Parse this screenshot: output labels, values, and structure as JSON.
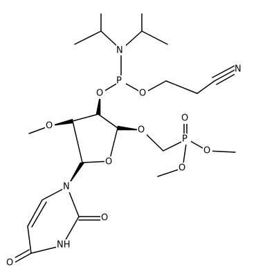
{
  "molecule": {
    "atoms": {
      "N_amine": "N",
      "P_phosphite": "P",
      "O_phosphite_ring": "O",
      "O_phosphite_chain": "O",
      "N_nitrile": "N",
      "O_methoxy": "O",
      "O_ring": "O",
      "O_anomeric": "O",
      "P_phosphonate": "P",
      "O_phosphonate_double": "O",
      "O_phosphonate_methoxy_right": "O",
      "O_phosphonate_methoxy_left": "O",
      "N_uracil_1": "N",
      "O_uracil_c2": "O",
      "NH_uracil_3": "NH",
      "O_uracil_c4": "O"
    }
  }
}
